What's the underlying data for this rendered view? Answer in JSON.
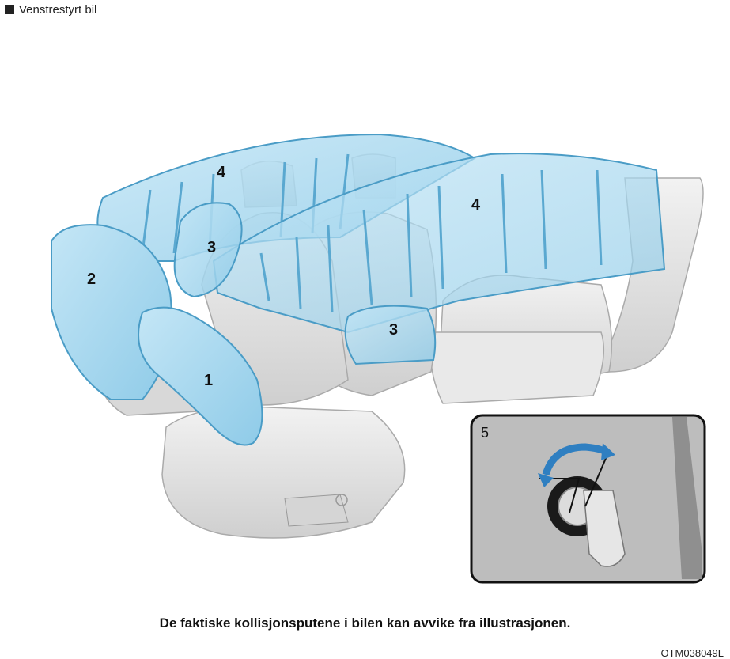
{
  "header": {
    "label": "Venstrestyrt bil"
  },
  "callouts": {
    "c1": "1",
    "c2": "2",
    "c3a": "3",
    "c3b": "3",
    "c4a": "4",
    "c4b": "4",
    "c5": "5"
  },
  "caption": "De faktiske kollisjonsputene i bilen kan avvike fra illustrasjonen.",
  "figure_code": "OTM038049L",
  "colors": {
    "airbag_fill": "#a9d8ef",
    "airbag_stroke": "#4a9cc6",
    "seat_fill": "#e4e4e4",
    "inset_bg": "#bcbcbc",
    "arrow": "#2f7fc1"
  }
}
